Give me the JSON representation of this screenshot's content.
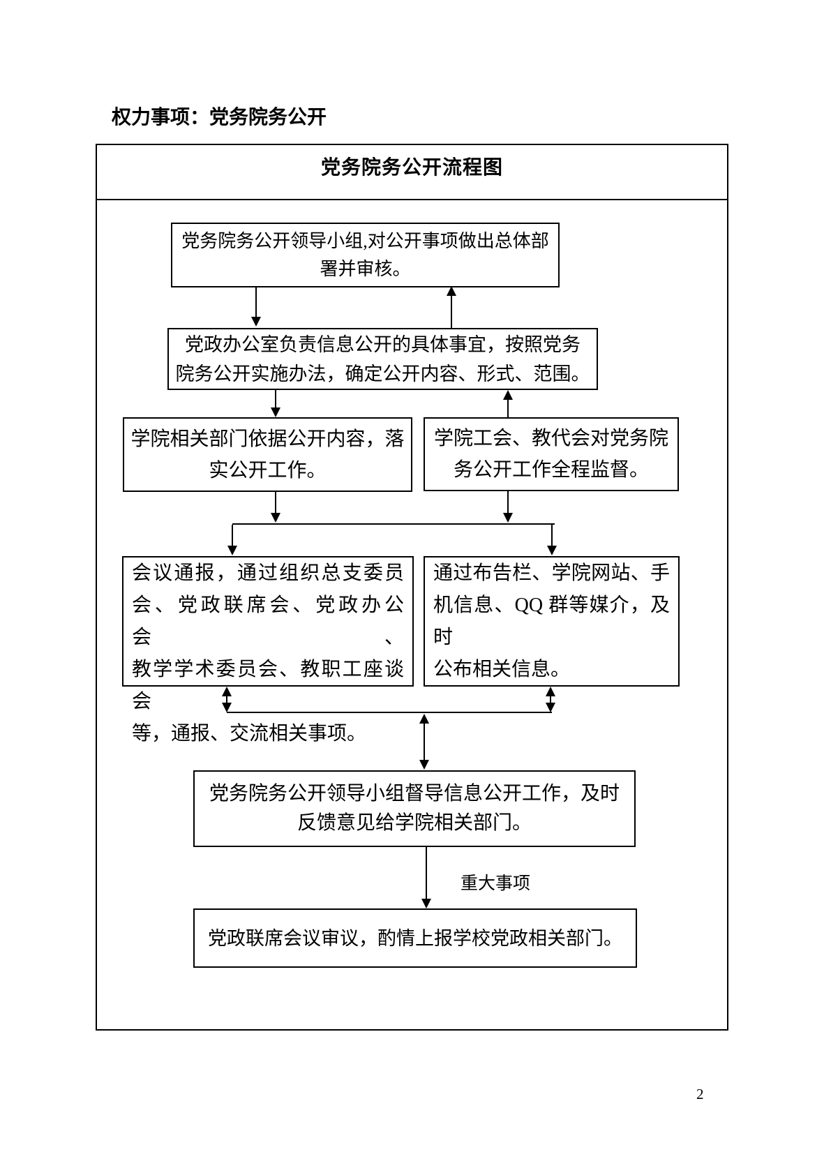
{
  "document": {
    "heading": "权力事项：党务院务公开",
    "page_number": "2"
  },
  "flowchart": {
    "title": "党务院务公开流程图",
    "edge_label": "重大事项",
    "boxes": {
      "b1": {
        "lines": [
          "党务院务公开领导小组,对公开事项做出总体部",
          "署并审核。"
        ]
      },
      "b2": {
        "lines": [
          "党政办公室负责信息公开的具体事宜，按照党务",
          "院务公开实施办法，确定公开内容、形式、范围。"
        ]
      },
      "b3": {
        "lines": [
          "学院相关部门依据公开内容，落",
          "实公开工作。"
        ]
      },
      "b4": {
        "lines": [
          "学院工会、教代会对党务院",
          "务公开工作全程监督。"
        ]
      },
      "b5": {
        "lines": [
          "会议通报，通过组织总支委员",
          "会、党政联席会、党政办公会、",
          "教学学术委员会、教职工座谈会",
          "等，通报、交流相关事项。"
        ]
      },
      "b6": {
        "lines": [
          "通过布告栏、学院网站、手",
          "机信息、QQ 群等媒介，及时",
          "公布相关信息。"
        ]
      },
      "b7": {
        "lines": [
          "党务院务公开领导小组督导信息公开工作，及时",
          "反馈意见给学院相关部门。"
        ]
      },
      "b8": {
        "lines": [
          "党政联席会议审议，酌情上报学校党政相关部门。"
        ]
      }
    }
  }
}
